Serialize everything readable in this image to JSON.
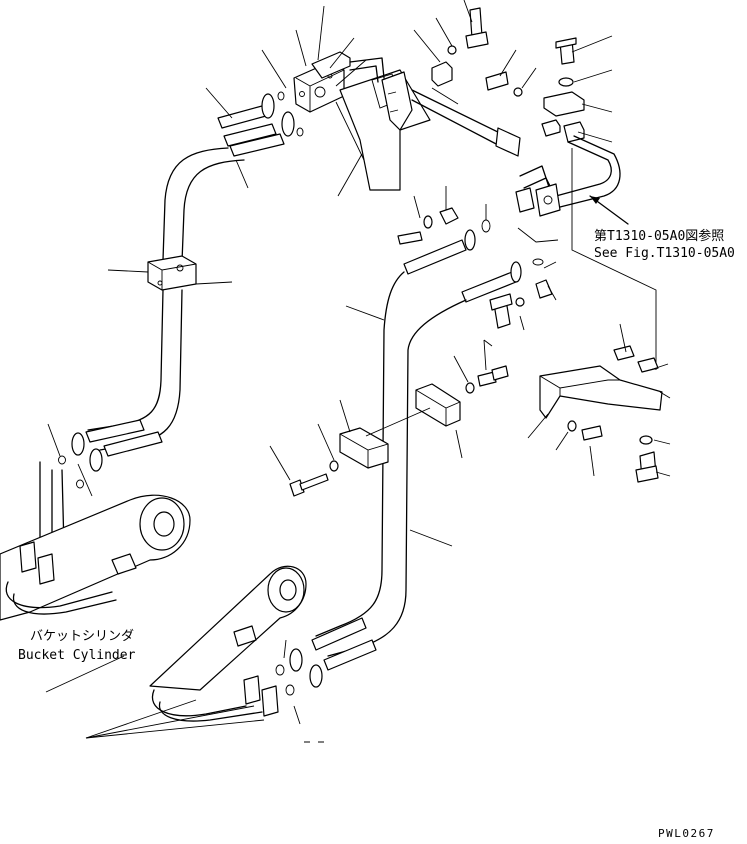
{
  "refs": {
    "see_fig_jp": "第T1310-05A0図参照",
    "see_fig_en": "See Fig.T1310-05A0"
  },
  "labels": {
    "bucket_cylinder_jp": "バケットシリンダ",
    "bucket_cylinder_en": "Bucket Cylinder",
    "drawing_code": "PWL0267"
  }
}
